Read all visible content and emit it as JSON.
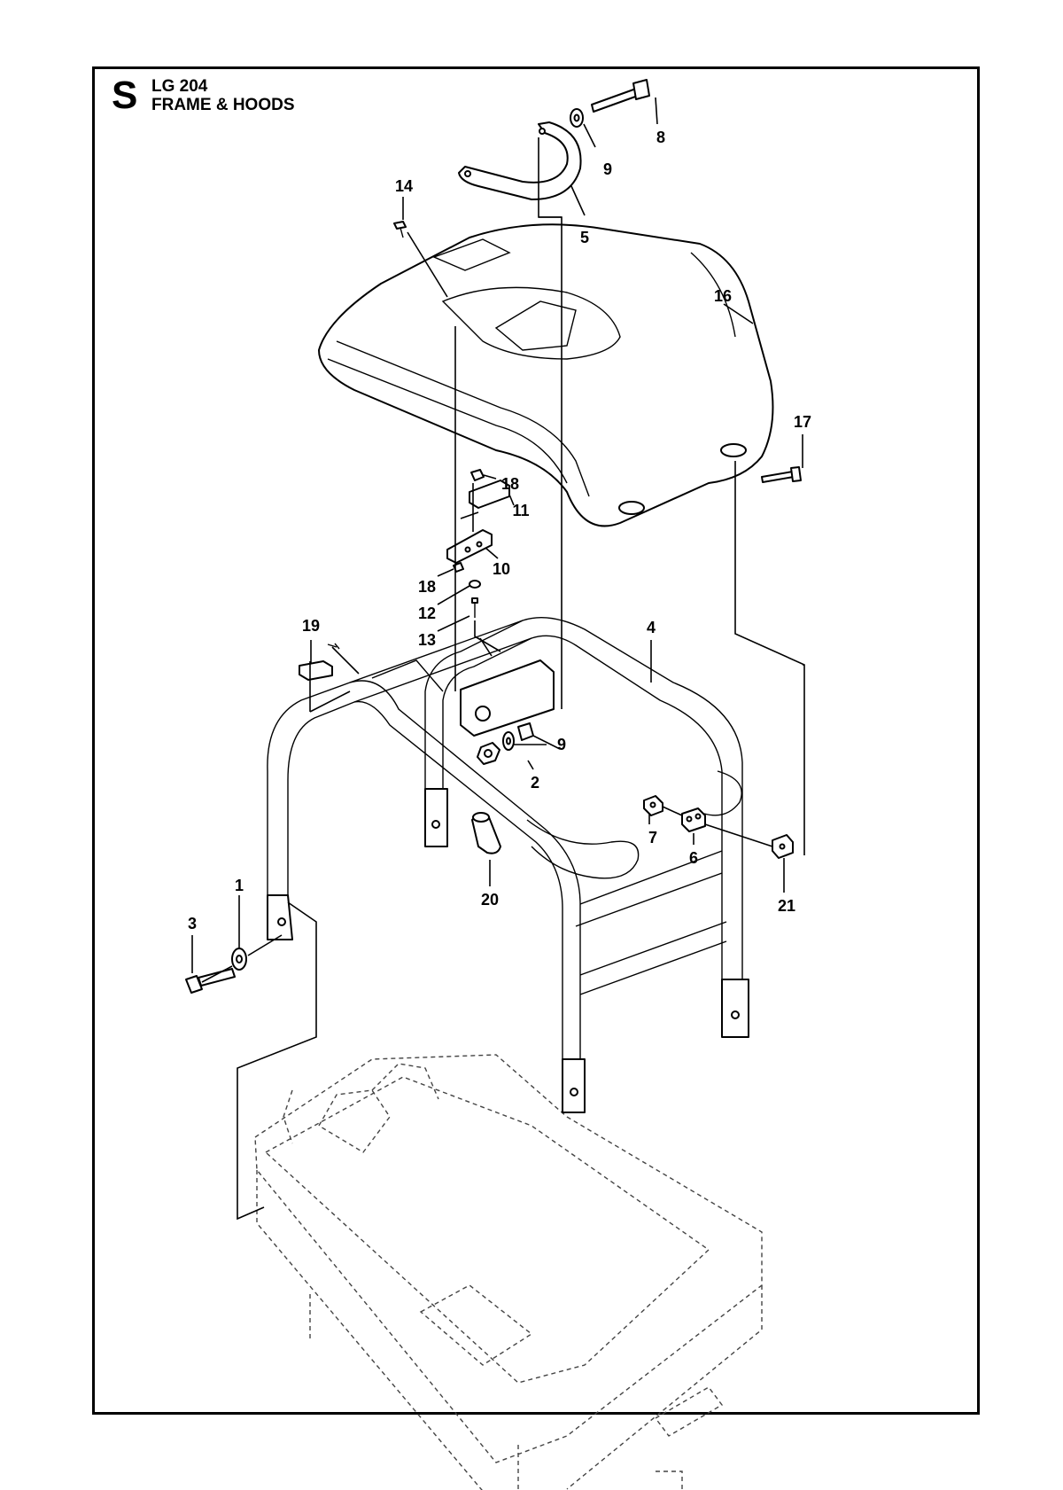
{
  "header": {
    "section_letter": "S",
    "model": "LG 204",
    "title": "FRAME & HOODS"
  },
  "callouts": [
    {
      "id": "1",
      "label": "1"
    },
    {
      "id": "2",
      "label": "2"
    },
    {
      "id": "3",
      "label": "3"
    },
    {
      "id": "4",
      "label": "4"
    },
    {
      "id": "5",
      "label": "5"
    },
    {
      "id": "6",
      "label": "6"
    },
    {
      "id": "7",
      "label": "7"
    },
    {
      "id": "8",
      "label": "8"
    },
    {
      "id": "9a",
      "label": "9"
    },
    {
      "id": "9b",
      "label": "9"
    },
    {
      "id": "10",
      "label": "10"
    },
    {
      "id": "11",
      "label": "11"
    },
    {
      "id": "12",
      "label": "12"
    },
    {
      "id": "13",
      "label": "13"
    },
    {
      "id": "14",
      "label": "14"
    },
    {
      "id": "16",
      "label": "16"
    },
    {
      "id": "17",
      "label": "17"
    },
    {
      "id": "18a",
      "label": "18"
    },
    {
      "id": "18b",
      "label": "18"
    },
    {
      "id": "19",
      "label": "19"
    },
    {
      "id": "20",
      "label": "20"
    },
    {
      "id": "21",
      "label": "21"
    }
  ]
}
